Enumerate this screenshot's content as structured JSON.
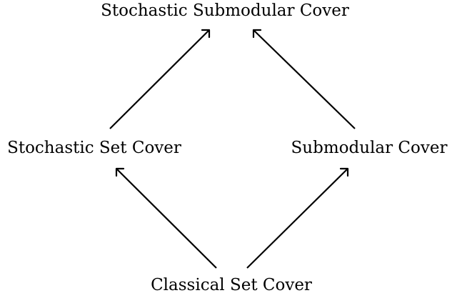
{
  "nodes": {
    "top": "Stochastic Submodular Cover",
    "left": "Stochastic Set Cover",
    "right": "Submodular Cover",
    "bottom": "Classical Set Cover"
  },
  "edges": [
    {
      "from": "bottom",
      "to": "left"
    },
    {
      "from": "bottom",
      "to": "right"
    },
    {
      "from": "left",
      "to": "top"
    },
    {
      "from": "right",
      "to": "top"
    }
  ],
  "colors": {
    "ink": "#000000",
    "background": "#ffffff"
  }
}
